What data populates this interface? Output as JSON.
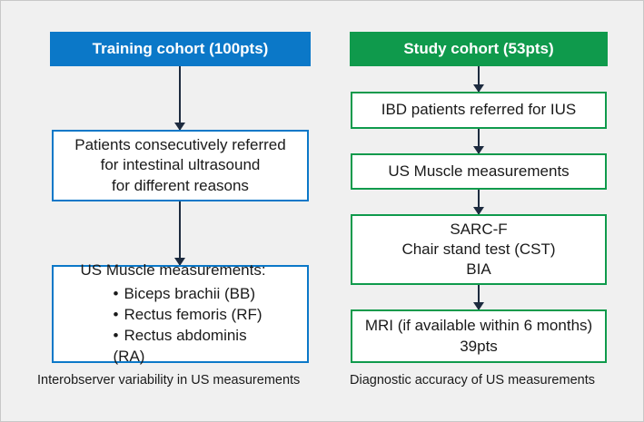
{
  "left": {
    "header": "Training cohort (100pts)",
    "box1_lines": [
      "Patients consecutively referred",
      "for intestinal ultrasound",
      "for different reasons"
    ],
    "box2_title": "US Muscle measurements:",
    "box2_items": [
      "Biceps brachii (BB)",
      "Rectus femoris (RF)",
      "Rectus abdominis (RA)"
    ],
    "caption": "Interobserver variability in US measurements"
  },
  "right": {
    "header": "Study cohort (53pts)",
    "box1": "IBD patients referred for IUS",
    "box2": "US Muscle measurements",
    "box3_lines": [
      "SARC-F",
      "Chair stand test (CST)",
      "BIA"
    ],
    "box4_lines": [
      "MRI (if available within 6 months)",
      "39pts"
    ],
    "caption": "Diagnostic accuracy of US measurements"
  },
  "colors": {
    "training_blue": "#0b78c8",
    "study_green": "#0f9a4c",
    "arrow": "#1d2b3f",
    "background": "#f0f0f0"
  }
}
